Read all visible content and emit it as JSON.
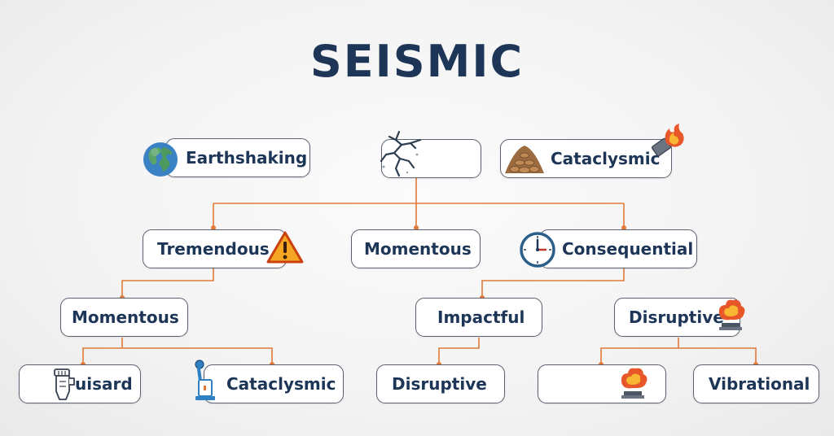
{
  "title": "SEISMIC",
  "nodes": {
    "earthshaking": {
      "label": "Earthshaking",
      "icon": "globe-icon"
    },
    "crack": {
      "label": "",
      "icon": "crack-icon"
    },
    "cataclysmic_top": {
      "label": "Cataclysmic",
      "icon": "rubble-icon",
      "icon2": "fire-icon"
    },
    "tremendous": {
      "label": "Tremendous",
      "icon": "warning-icon"
    },
    "momentous_mid": {
      "label": "Momentous"
    },
    "consequential": {
      "label": "Consequential",
      "icon": "clock-icon"
    },
    "momentous_left": {
      "label": "Momentous"
    },
    "impactful": {
      "label": "Impactful"
    },
    "disruptive_right": {
      "label": "Disruptive",
      "icon": "explosion-icon"
    },
    "uisard": {
      "label": "uisard",
      "icon": "figure-icon"
    },
    "cataclysmic_bottom": {
      "label": "Cataclysmic",
      "icon": "seismometer-icon"
    },
    "disruptive_bottom": {
      "label": "Disruptive"
    },
    "blank_bottom": {
      "label": "",
      "icon": "explosion-icon"
    },
    "vibrational": {
      "label": "Vibrational"
    }
  },
  "colors": {
    "title": "#1d3557",
    "connector": "#e07b39",
    "border": "#5a6270"
  }
}
